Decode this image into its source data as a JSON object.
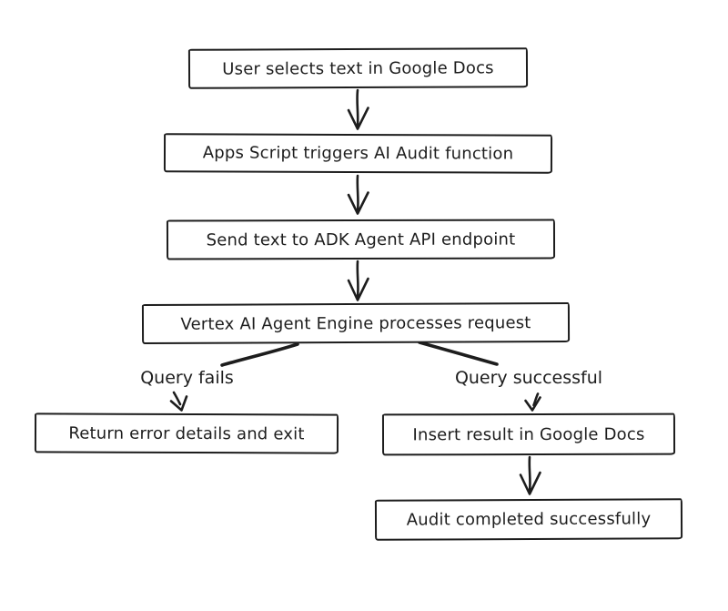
{
  "diagram": {
    "type": "flowchart",
    "style": "hand-drawn-sketch",
    "colors": {
      "background": "#ffffff",
      "stroke": "#1d1d1d",
      "node_fill": "#ffffff",
      "text": "#1d1d1d"
    },
    "nodes": [
      {
        "id": "start",
        "label": "User selects text in Google Docs"
      },
      {
        "id": "apps-script",
        "label": "Apps Script triggers AI Audit function"
      },
      {
        "id": "send-text",
        "label": "Send text to ADK Agent API endpoint"
      },
      {
        "id": "vertex",
        "label": "Vertex AI Agent Engine processes request"
      },
      {
        "id": "error-exit",
        "label": "Return error details and exit"
      },
      {
        "id": "insert-result",
        "label": "Insert result in Google Docs"
      },
      {
        "id": "completed",
        "label": "Audit completed successfully"
      }
    ],
    "edges": [
      {
        "from": "start",
        "to": "apps-script",
        "label": ""
      },
      {
        "from": "apps-script",
        "to": "send-text",
        "label": ""
      },
      {
        "from": "send-text",
        "to": "vertex",
        "label": ""
      },
      {
        "from": "vertex",
        "to": "error-exit",
        "label": "Query fails"
      },
      {
        "from": "vertex",
        "to": "insert-result",
        "label": "Query successful"
      },
      {
        "from": "insert-result",
        "to": "completed",
        "label": ""
      }
    ]
  }
}
